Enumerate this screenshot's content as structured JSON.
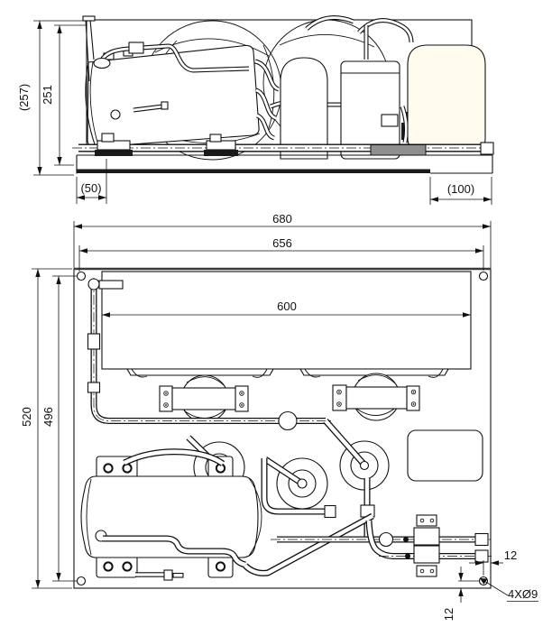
{
  "drawing": {
    "title": "condensing-unit-outline-drawing",
    "colors": {
      "line": "#111111",
      "background": "#ffffff",
      "tank_fill": "#fffcee"
    },
    "elevation_view": {
      "overall_height_ref": "(257)",
      "frame_height": "251",
      "left_inset_ref": "(50)",
      "right_inset_ref": "(100)"
    },
    "plan_view": {
      "overall_length": "680",
      "hole_pitch_length": "656",
      "condenser_length": "600",
      "overall_width": "520",
      "hole_pitch_width": "496",
      "hole_offset_right": "12",
      "hole_offset_bottom": "12",
      "hole_callout": "4XØ9"
    }
  }
}
